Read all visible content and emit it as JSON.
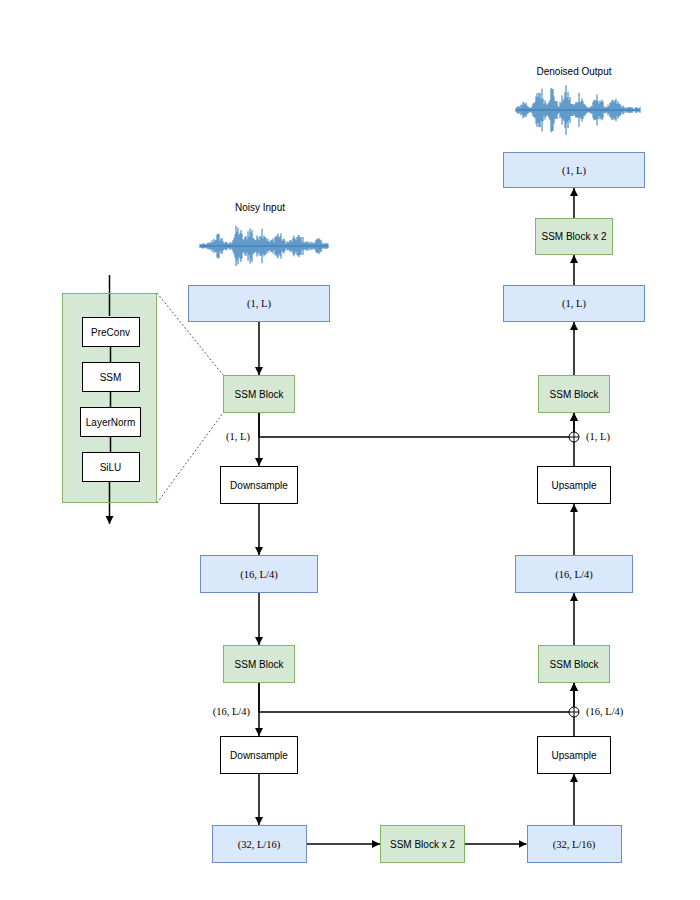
{
  "diagram": {
    "nodes": [
      {
        "text": []
      },
      {
        "text": [
          "PreConv"
        ],
        "in": 0
      },
      {
        "text": [
          "SSM"
        ],
        "in": 0
      },
      {
        "text": [
          "LayerNorm"
        ],
        "in": 0
      },
      {
        "text": [
          "SiLU"
        ],
        "in": 0
      },
      {
        "text": [
          "(1, L)"
        ]
      },
      {
        "text": [
          "SSM Block"
        ]
      },
      {
        "text": [
          "Downsample"
        ]
      },
      {
        "text": [
          "(16, L/4)"
        ]
      },
      {
        "text": [
          "SSM Block"
        ]
      },
      {
        "text": [
          "Downsample"
        ]
      },
      {
        "text": [
          "(32, L/16)"
        ]
      },
      {
        "text": [
          "SSM Block x 2"
        ]
      },
      {
        "text": [
          "(32, L/16)"
        ]
      },
      {
        "text": [
          "Upsample"
        ]
      },
      {
        "text": [
          "SSM Block"
        ]
      },
      {
        "text": [
          "(16, L/4)"
        ]
      },
      {
        "text": [
          "Upsample"
        ]
      },
      {
        "text": [
          "SSM Block"
        ]
      },
      {
        "text": [
          "(1, L)"
        ]
      },
      {
        "text": [
          "SSM Block x 2"
        ]
      },
      {
        "text": [
          "(1, L)"
        ]
      }
    ],
    "edges": [
      {
        "from": 1,
        "to": 2,
        "arrow": "none"
      },
      {
        "from": 2,
        "to": 3,
        "arrow": "none"
      },
      {
        "from": 3,
        "to": 4,
        "arrow": "none"
      },
      {
        "from": 5,
        "to": 6,
        "arrow": "to"
      },
      {
        "from": 6,
        "to": 7,
        "arrow": "to"
      },
      {
        "from": 7,
        "to": 8,
        "arrow": "to"
      },
      {
        "from": 8,
        "to": 9,
        "arrow": "to"
      },
      {
        "from": 9,
        "to": 10,
        "arrow": "to"
      },
      {
        "from": 10,
        "to": 11,
        "arrow": "to"
      },
      {
        "from": 11,
        "to": 12,
        "arrow": "to"
      },
      {
        "from": 12,
        "to": 13,
        "arrow": "to"
      },
      {
        "from": 13,
        "to": 14,
        "arrow": "to"
      },
      {
        "from": 14,
        "to": 15,
        "arrow": "to"
      },
      {
        "from": 15,
        "to": 16,
        "arrow": "to"
      },
      {
        "from": 16,
        "to": 17,
        "arrow": "to"
      },
      {
        "from": 17,
        "to": 18,
        "arrow": "to"
      },
      {
        "from": 18,
        "to": 19,
        "arrow": "to"
      },
      {
        "from": 19,
        "to": 20,
        "arrow": "to"
      },
      {
        "from": 20,
        "to": 21,
        "arrow": "to"
      },
      {
        "from": 6,
        "to": 18,
        "arrow": "to"
      },
      {
        "from": 9,
        "to": 15,
        "arrow": "to"
      }
    ],
    "labels": [
      "Noisy Input",
      "Denoised Output",
      "(1, L)",
      "(1, L)",
      "(16, L/4)",
      "(16, L/4)"
    ]
  }
}
